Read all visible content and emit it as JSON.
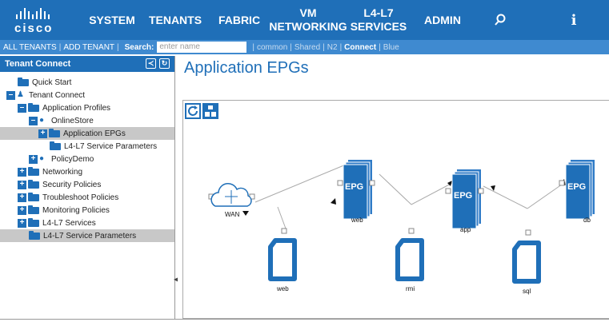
{
  "header": {
    "logo": "cisco",
    "nav": [
      {
        "label": "SYSTEM"
      },
      {
        "label": "TENANTS"
      },
      {
        "label": "FABRIC"
      },
      {
        "label": "VM NETWORKING"
      },
      {
        "label": "L4-L7 SERVICES"
      },
      {
        "label": "ADMIN"
      }
    ],
    "search_icon": "search-icon",
    "info_label": "i"
  },
  "subbar": {
    "all_tenants": "ALL TENANTS",
    "add_tenant": "ADD TENANT",
    "search_label": "Search:",
    "search_placeholder": "enter name",
    "tenants": [
      "common",
      "Shared",
      "N2",
      "Connect",
      "Blue"
    ],
    "active_tenant": "Connect"
  },
  "left_panel": {
    "title": "Tenant Connect",
    "tree": [
      {
        "label": "Quick Start"
      },
      {
        "label": "Tenant Connect"
      },
      {
        "label": "Application Profiles"
      },
      {
        "label": "OnlineStore"
      },
      {
        "label": "Application EPGs"
      },
      {
        "label": "L4-L7 Service Parameters"
      },
      {
        "label": "PolicyDemo"
      },
      {
        "label": "Networking"
      },
      {
        "label": "Security Policies"
      },
      {
        "label": "Troubleshoot Policies"
      },
      {
        "label": "Monitoring Policies"
      },
      {
        "label": "L4-L7 Services"
      },
      {
        "label": "L4-L7 Service Parameters"
      }
    ]
  },
  "main": {
    "title": "Application EPGs",
    "diagram": {
      "external": {
        "label": "WAN"
      },
      "epgs": [
        {
          "badge": "EPG",
          "label": "web"
        },
        {
          "badge": "EPG",
          "label": "app"
        },
        {
          "badge": "EPG",
          "label": "db"
        }
      ],
      "contracts": [
        {
          "label": "web"
        },
        {
          "label": "rmi"
        },
        {
          "label": "sql"
        }
      ]
    }
  },
  "colors": {
    "brand": "#1f6fb8",
    "subbar": "#3f8ad0",
    "selected_row": "#c8c8c8"
  }
}
